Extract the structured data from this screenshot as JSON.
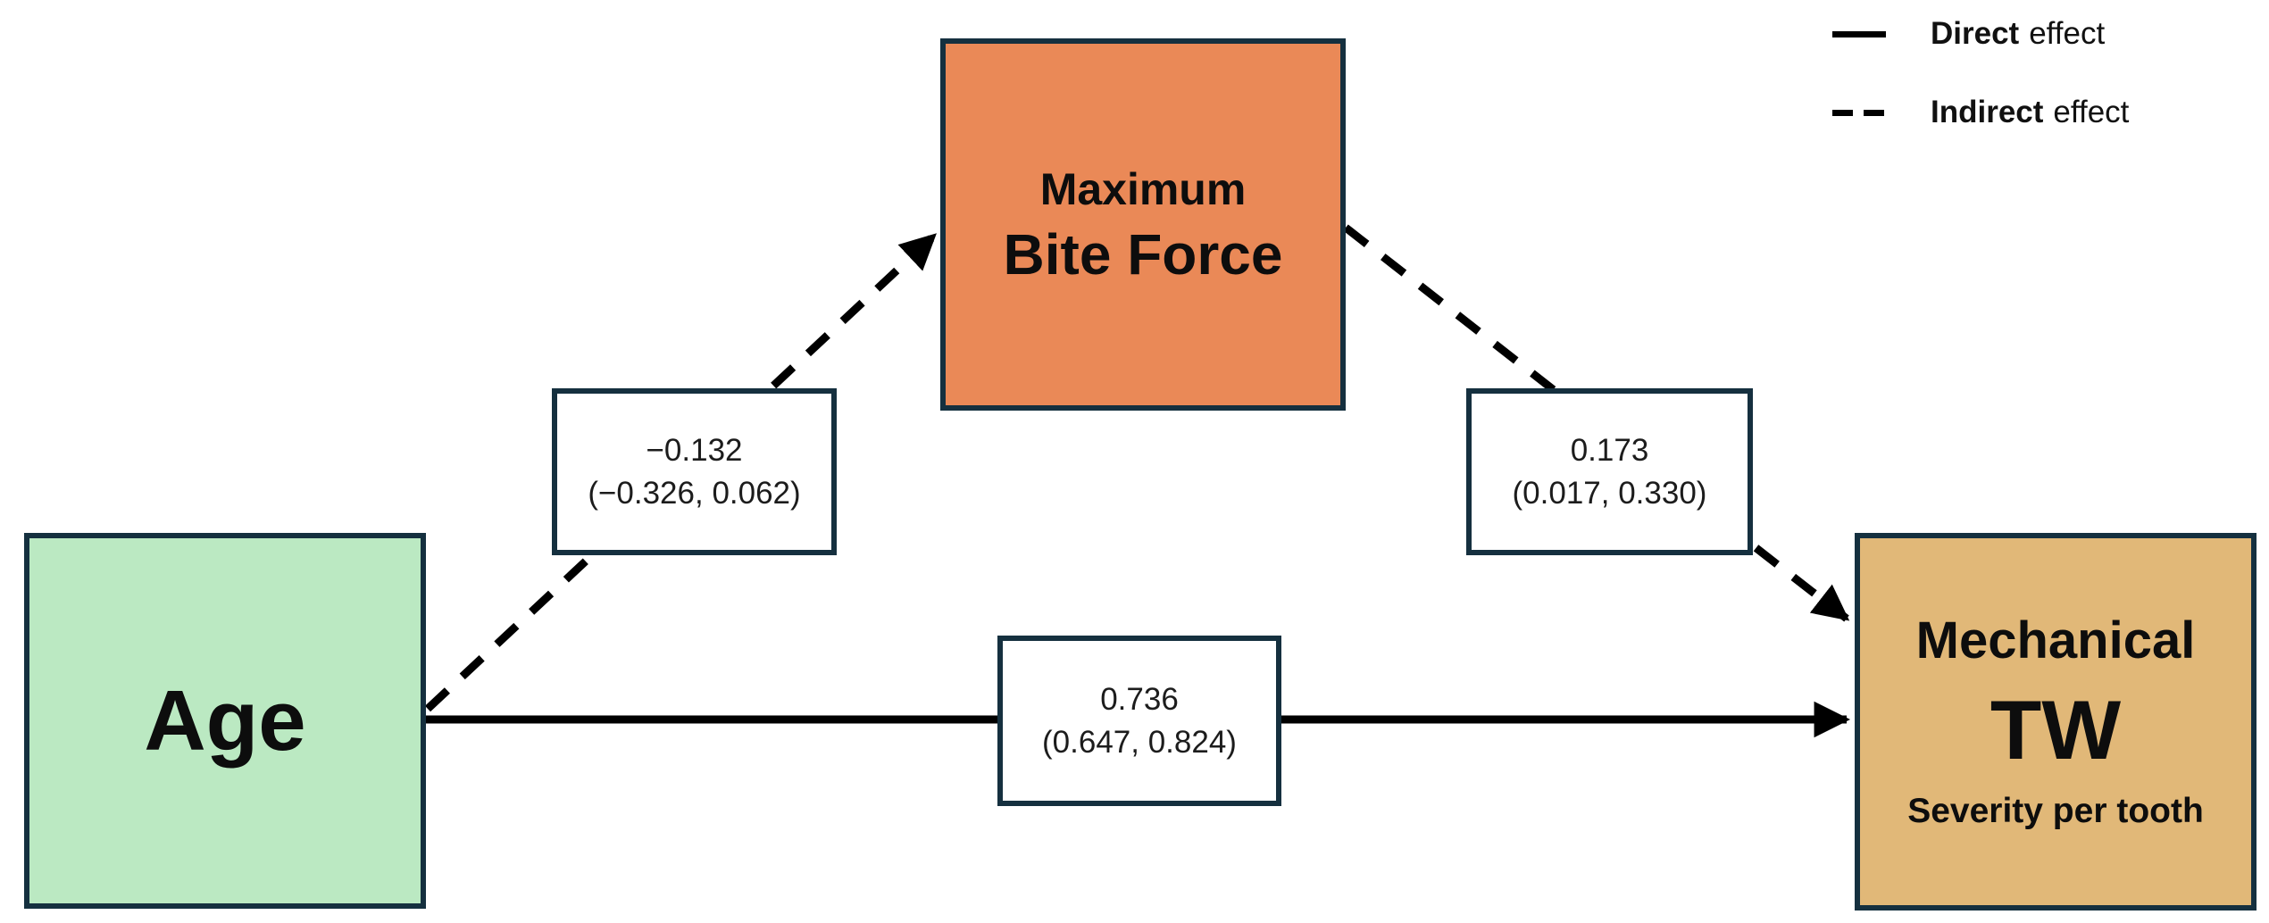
{
  "nodes": {
    "age": {
      "label": "Age"
    },
    "bite_force": {
      "line1": "Maximum",
      "line2": "Bite Force"
    },
    "mechanical_tw": {
      "line1": "Mechanical",
      "line2": "TW",
      "line3": "Severity per tooth"
    }
  },
  "paths": {
    "age_to_bite_force": {
      "estimate": "−0.132",
      "ci": "(−0.326, 0.062)",
      "type": "indirect",
      "style": "dashed"
    },
    "bite_force_to_tw": {
      "estimate": "0.173",
      "ci": "(0.017, 0.330)",
      "type": "indirect",
      "style": "dashed"
    },
    "age_to_tw": {
      "estimate": "0.736",
      "ci": "(0.647, 0.824)",
      "type": "direct",
      "style": "solid"
    }
  },
  "legend": {
    "direct": {
      "term": "Direct",
      "rest": "effect"
    },
    "indirect": {
      "term": "Indirect",
      "rest": "effect"
    }
  },
  "colors": {
    "age_fill": "#bbe9c2",
    "bite_force_fill": "#ea8957",
    "mechanical_tw_fill": "#e1b878",
    "box_border": "#15303f",
    "arrow": "#000000"
  }
}
